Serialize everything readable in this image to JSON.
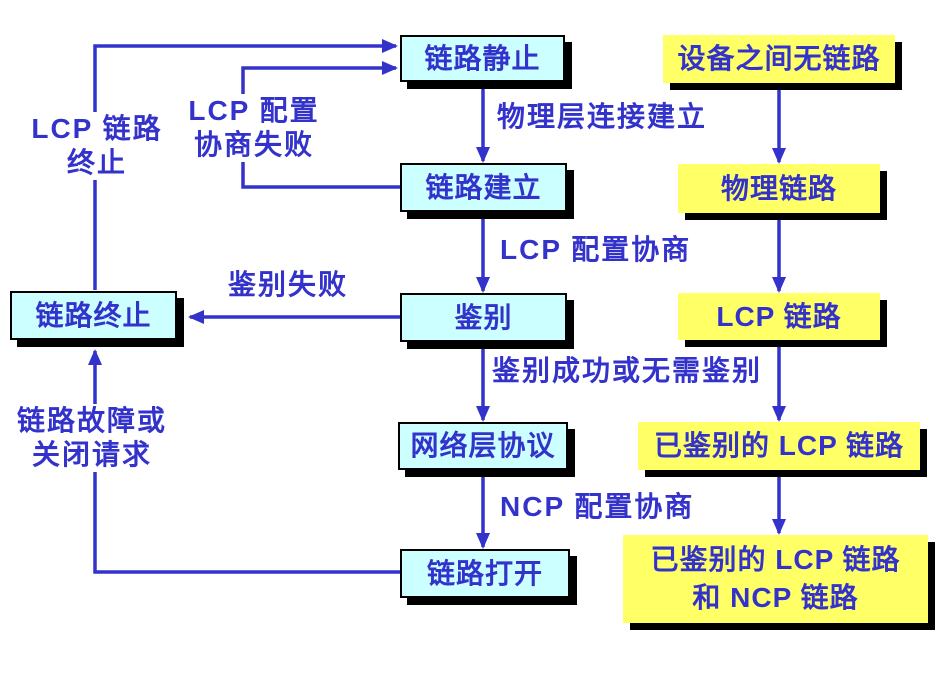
{
  "diagram": {
    "colors": {
      "state_fill": "#CCFFFF",
      "result_fill": "#FFFF66",
      "text": "#3333CC",
      "line": "#3333CC",
      "border": "#000000",
      "shadow": "#000000",
      "background": "#FFFFFF"
    },
    "states": {
      "link_quiet": "链路静止",
      "link_establish": "链路建立",
      "authenticate": "鉴别",
      "link_terminate": "链路终止",
      "network_protocol": "网络层协议",
      "link_open": "链路打开"
    },
    "results": {
      "no_link": "设备之间无链路",
      "physical_link": "物理链路",
      "lcp_link": "LCP 链路",
      "auth_lcp_link": "已鉴别的 LCP 链路",
      "auth_lcp_ncp_link": "已鉴别的 LCP 链路\n和 NCP 链路"
    },
    "edges": {
      "physical_establish": "物理层连接建立",
      "lcp_negotiation": "LCP 配置协商",
      "auth_success": "鉴别成功或无需鉴别",
      "ncp_negotiation": "NCP 配置协商",
      "auth_fail": "鉴别失败",
      "lcp_terminate": "LCP 链路\n终止",
      "lcp_fail": "LCP 配置\n协商失败",
      "link_fault": "链路故障或\n关闭请求"
    }
  }
}
